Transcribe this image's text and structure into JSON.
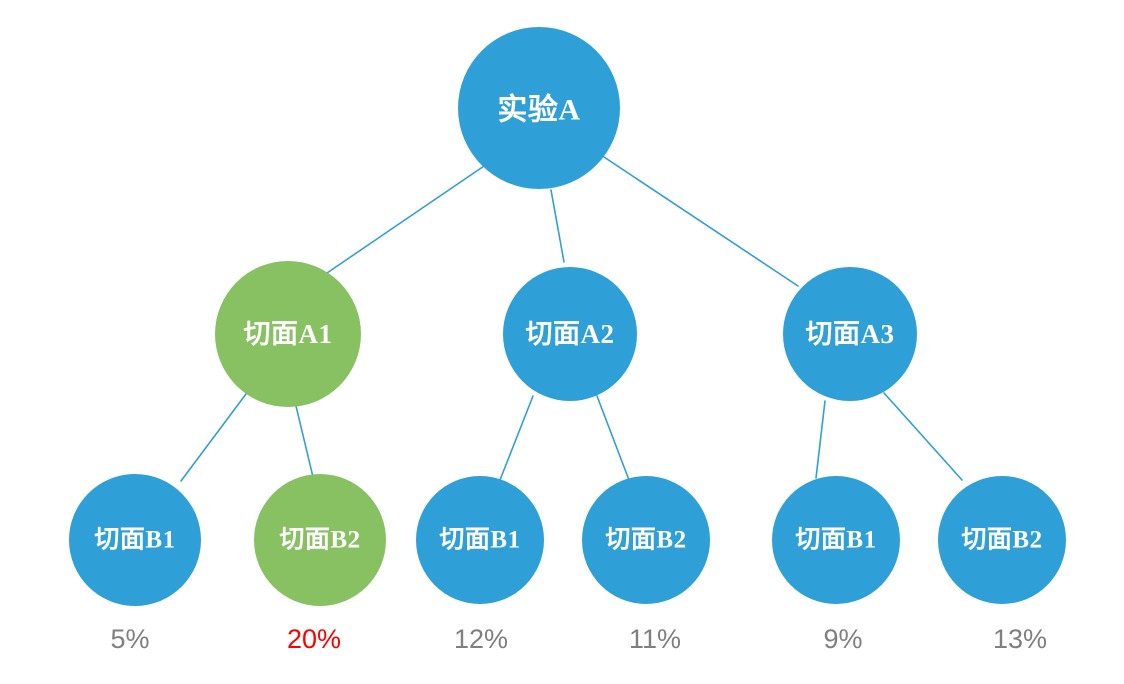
{
  "diagram": {
    "type": "tree",
    "title": "",
    "colors": {
      "blue": "#2F9FD8",
      "green": "#87C162",
      "edge": "#2F9FD8",
      "label_gray": "#7F7F7F",
      "label_red": "#FF0000",
      "node_text": "#FFFFFF",
      "background": "#FFFFFF"
    },
    "root": {
      "label": "实验A",
      "color_name": "blue"
    },
    "level2": [
      {
        "label": "切面A1",
        "color_name": "green"
      },
      {
        "label": "切面A2",
        "color_name": "blue"
      },
      {
        "label": "切面A3",
        "color_name": "blue"
      }
    ],
    "leaves": [
      {
        "label": "切面B1",
        "color_name": "blue",
        "percent": "5%",
        "percent_color_name": "label_gray"
      },
      {
        "label": "切面B2",
        "color_name": "green",
        "percent": "20%",
        "percent_color_name": "label_red"
      },
      {
        "label": "切面B1",
        "color_name": "blue",
        "percent": "12%",
        "percent_color_name": "label_gray"
      },
      {
        "label": "切面B2",
        "color_name": "blue",
        "percent": "11%",
        "percent_color_name": "label_gray"
      },
      {
        "label": "切面B1",
        "color_name": "blue",
        "percent": "9%",
        "percent_color_name": "label_gray"
      },
      {
        "label": "切面B2",
        "color_name": "blue",
        "percent": "13%",
        "percent_color_name": "label_gray"
      }
    ]
  }
}
